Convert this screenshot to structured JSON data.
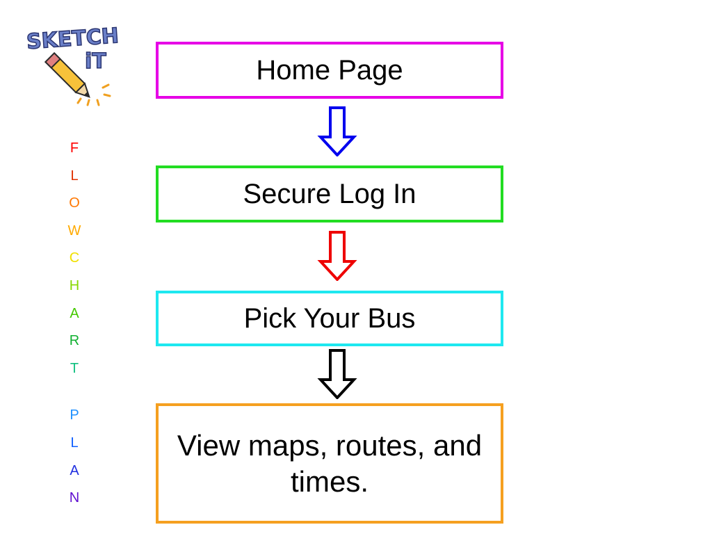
{
  "logo": {
    "line1": "SKETCH",
    "line2": "iT"
  },
  "side_title": {
    "word1": [
      {
        "letter": "F",
        "color": "#ff0000"
      },
      {
        "letter": "L",
        "color": "#e03000"
      },
      {
        "letter": "O",
        "color": "#ff7700"
      },
      {
        "letter": "W",
        "color": "#ffaa00"
      },
      {
        "letter": "C",
        "color": "#f0e000"
      },
      {
        "letter": "H",
        "color": "#88d800"
      },
      {
        "letter": "A",
        "color": "#44c800"
      },
      {
        "letter": "R",
        "color": "#10b030"
      },
      {
        "letter": "T",
        "color": "#10c080"
      }
    ],
    "word2": [
      {
        "letter": "P",
        "color": "#1e90ff"
      },
      {
        "letter": "L",
        "color": "#1060ff"
      },
      {
        "letter": "A",
        "color": "#2030e0"
      },
      {
        "letter": "N",
        "color": "#6010d0"
      }
    ]
  },
  "flow": {
    "steps": [
      {
        "label": "Home Page",
        "border_color": "#e600e6"
      },
      {
        "label": "Secure Log In",
        "border_color": "#22dd22"
      },
      {
        "label": "Pick Your Bus",
        "border_color": "#1ee8f0"
      },
      {
        "label": "View maps, routes, and times.",
        "border_color": "#f5a020"
      }
    ],
    "arrows": [
      {
        "icon": "down-arrow-icon",
        "color": "#0000ee"
      },
      {
        "icon": "down-arrow-icon",
        "color": "#ee0000"
      },
      {
        "icon": "down-arrow-icon",
        "color": "#000000"
      }
    ]
  }
}
